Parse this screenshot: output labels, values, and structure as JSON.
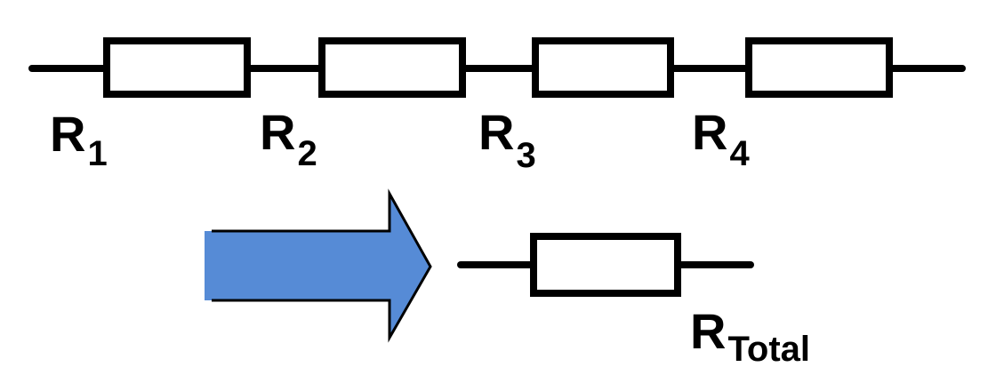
{
  "resistors": [
    {
      "label_main": "R",
      "label_sub": "1"
    },
    {
      "label_main": "R",
      "label_sub": "2"
    },
    {
      "label_main": "R",
      "label_sub": "3"
    },
    {
      "label_main": "R",
      "label_sub": "4"
    }
  ],
  "equivalent": {
    "label_main": "R",
    "label_sub": "Total"
  },
  "colors": {
    "stroke": "#000000",
    "arrow_fill": "#568BD6",
    "background": "#FFFFFF"
  },
  "icons": {
    "arrow": "right-arrow-icon",
    "resistor": "resistor-icon"
  }
}
